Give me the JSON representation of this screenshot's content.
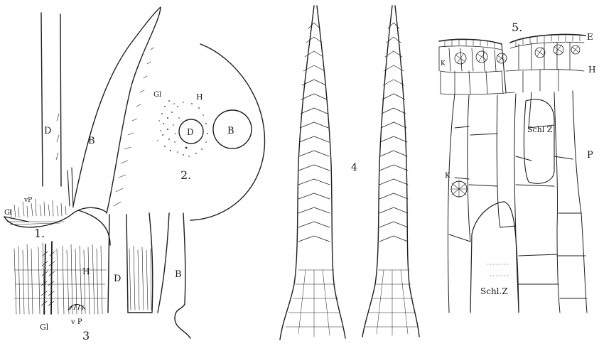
{
  "figures": {
    "fig1": {
      "number": "1.",
      "labels": {
        "d": "D",
        "b": "B",
        "gl": "Gl",
        "vp": "vP"
      }
    },
    "fig2": {
      "number": "2.",
      "labels": {
        "gl": "Gl",
        "h": "H",
        "d": "D",
        "b": "B"
      }
    },
    "fig3": {
      "number": "3",
      "labels": {
        "h": "H",
        "d": "D",
        "b": "B",
        "gl": "Gl",
        "vp": "v P"
      }
    },
    "fig4": {
      "number": "4"
    },
    "fig5": {
      "number": "5.",
      "labels": {
        "e": "E",
        "k_top": "K",
        "h": "H",
        "schl_z_top": "Schl Z",
        "p": "P",
        "k_mid": "K",
        "schl_z_bottom": "Schl.Z"
      }
    }
  },
  "ink_color": "#1e1e1e",
  "background": "#ffffff"
}
